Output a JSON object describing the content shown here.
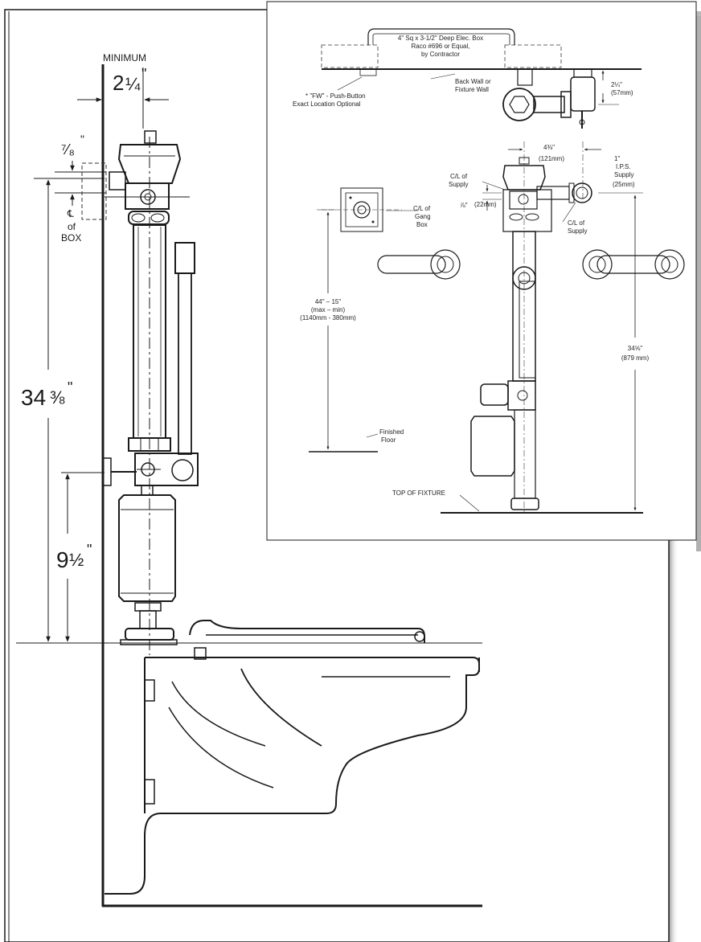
{
  "main_drawing": {
    "minimum_label": "MINIMUM",
    "dim_wall_offset": {
      "whole": "2",
      "frac": "¼",
      "unit": "\""
    },
    "dim_box_offset": {
      "frac": "⁷⁄₈",
      "unit": "\""
    },
    "cl_box": [
      "℄",
      "of",
      "BOX"
    ],
    "dim_total_height": {
      "whole": "34",
      "frac": "⅜",
      "unit": "\""
    },
    "dim_lower_height": {
      "whole": "9",
      "frac": "½",
      "unit": "\""
    }
  },
  "inset_drawing": {
    "elec_box_note": [
      "4\" Sq x 3-1/2\" Deep Elec. Box",
      "Raco #696 or Equal,",
      "by Contractor"
    ],
    "back_wall_note": [
      "Back Wall or",
      "Fixture Wall"
    ],
    "push_button_note": [
      "* \"FW\" - Push-Button",
      "Exact Location Optional"
    ],
    "dim_top_offset": {
      "value": "2¼\"",
      "metric": "(57mm)"
    },
    "dim_supply_spacing": {
      "value": "4⅜\"",
      "metric": "(121mm)"
    },
    "ips_supply_note": {
      "value": "1\"",
      "lines": [
        "I.P.S.",
        "Supply",
        "(25mm)"
      ]
    },
    "cl_of_supply_top": [
      "C/L of",
      "Supply"
    ],
    "dim_seven_eighths": {
      "value": "⅞\"",
      "metric": "(22mm)"
    },
    "cl_of_gang_box": [
      "C/L of",
      "Gang",
      "Box"
    ],
    "cl_of_supply_right": [
      "C/L of",
      "Supply"
    ],
    "dim_box_height": [
      "44\" – 15\"",
      "(max – min)",
      "(1140mm - 380mm)"
    ],
    "dim_fixture_height": {
      "value": "34⅝\"",
      "metric": "(879 mm)"
    },
    "finished_floor": [
      "Finished",
      "Floor"
    ],
    "top_of_fixture": "TOP OF FIXTURE"
  }
}
